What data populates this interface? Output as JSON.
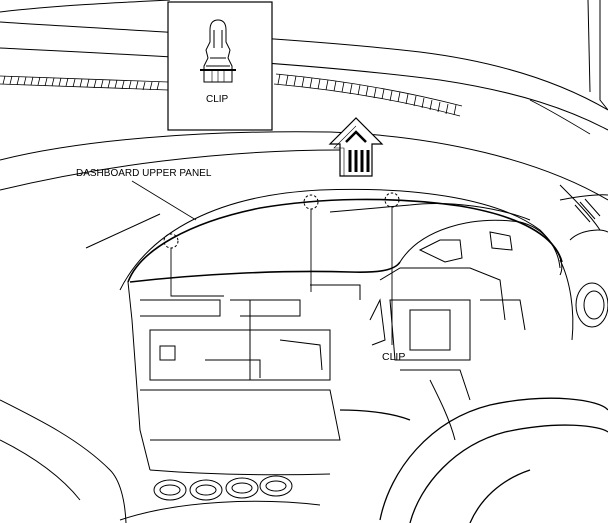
{
  "diagram": {
    "labels": {
      "dashboard_upper_panel": "DASHBOARD UPPER PANEL",
      "clip_inset": "CLIP",
      "clip_right": "CLIP"
    },
    "icons": {
      "arrow": "up-arrow-icon",
      "clip": "clip-icon"
    },
    "colors": {
      "line": "#000000",
      "background": "#ffffff"
    }
  }
}
